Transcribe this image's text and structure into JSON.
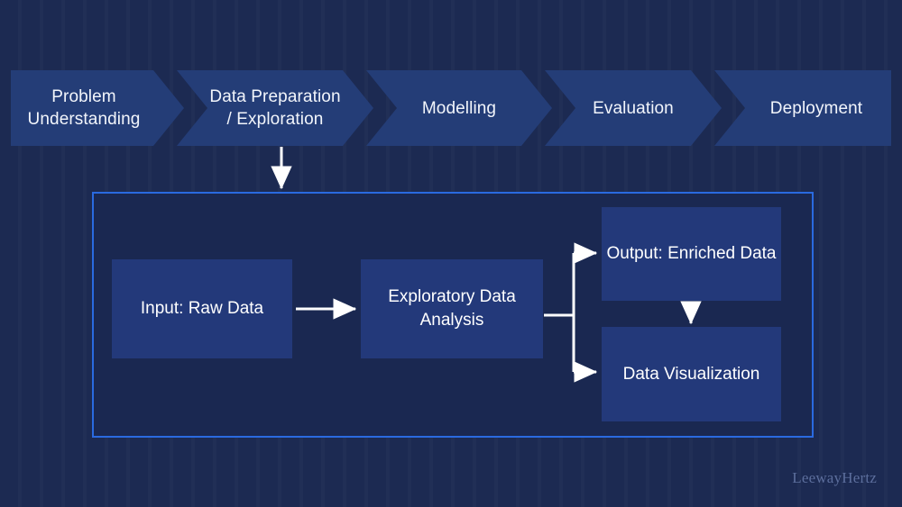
{
  "background": {
    "page_color": "#1c2a52",
    "panel_color": "#1a2851",
    "box_color": "#23397a",
    "chevron_color": "#243d77",
    "border_color": "#2a6ae0",
    "text_color": "#ffffff",
    "arrow_color": "#ffffff"
  },
  "process_bar": {
    "steps": [
      {
        "label_line1": "Problem",
        "label_line2": "Understanding"
      },
      {
        "label_line1": "Data Preparation",
        "label_line2": "/ Exploration"
      },
      {
        "label_line1": "Modelling",
        "label_line2": ""
      },
      {
        "label_line1": "Evaluation",
        "label_line2": ""
      },
      {
        "label_line1": "Deployment",
        "label_line2": ""
      }
    ]
  },
  "detail_panel": {
    "nodes": [
      {
        "id": "input",
        "line1": "Input:",
        "line2": "Raw Data"
      },
      {
        "id": "eda",
        "line1": "Exploratory",
        "line2": "Data Analysis"
      },
      {
        "id": "output",
        "line1": "Output:",
        "line2": "Enriched Data"
      },
      {
        "id": "viz",
        "line1": "Data",
        "line2": "Visualization"
      }
    ]
  },
  "watermark": {
    "text": "LeewayHertz"
  }
}
